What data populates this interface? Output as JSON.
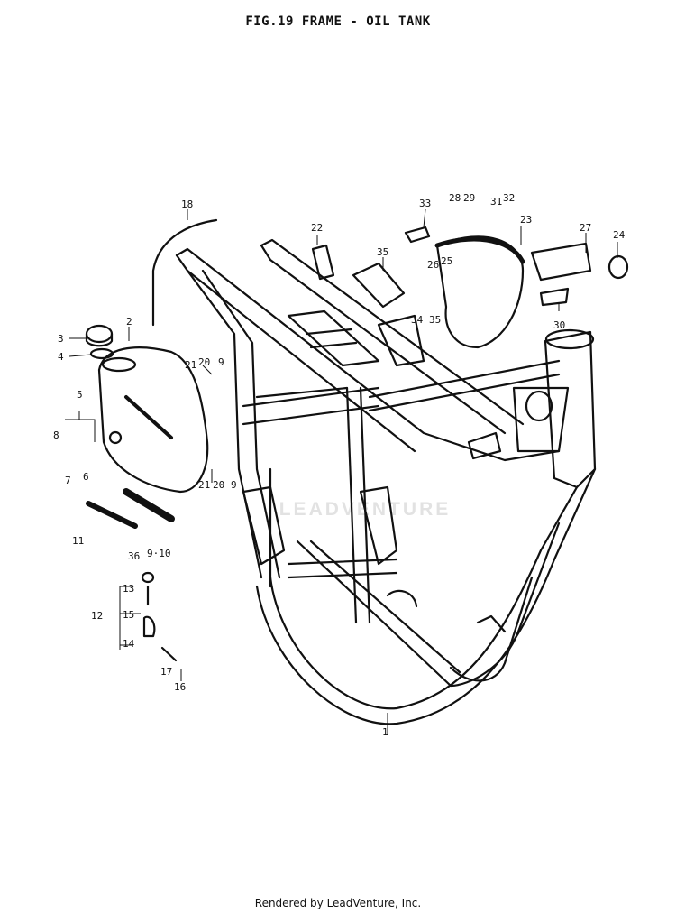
{
  "title": "FIG.19  FRAME - OIL TANK",
  "footer": "Rendered by LeadVenture, Inc.",
  "watermark": "LEADVENTURE",
  "callouts": {
    "c1": "1",
    "c2": "2",
    "c3": "3",
    "c4": "4",
    "c5": "5",
    "c6": "6",
    "c7": "7",
    "c8": "8",
    "c9a": "9",
    "c9b": "9",
    "c910": "9·10",
    "c11": "11",
    "c12": "12",
    "c13": "13",
    "c14": "14",
    "c15": "15",
    "c16": "16",
    "c17": "17",
    "c18": "18",
    "c20a": "20",
    "c20b": "20",
    "c21a": "21",
    "c21b": "21",
    "c22": "22",
    "c23": "23",
    "c24": "24",
    "c25": "25",
    "c26": "26",
    "c27": "27",
    "c28": "28",
    "c29": "29",
    "c30": "30",
    "c31": "31",
    "c32": "32",
    "c33": "33",
    "c34": "34",
    "c35a": "35",
    "c35b": "35",
    "c36": "36"
  }
}
